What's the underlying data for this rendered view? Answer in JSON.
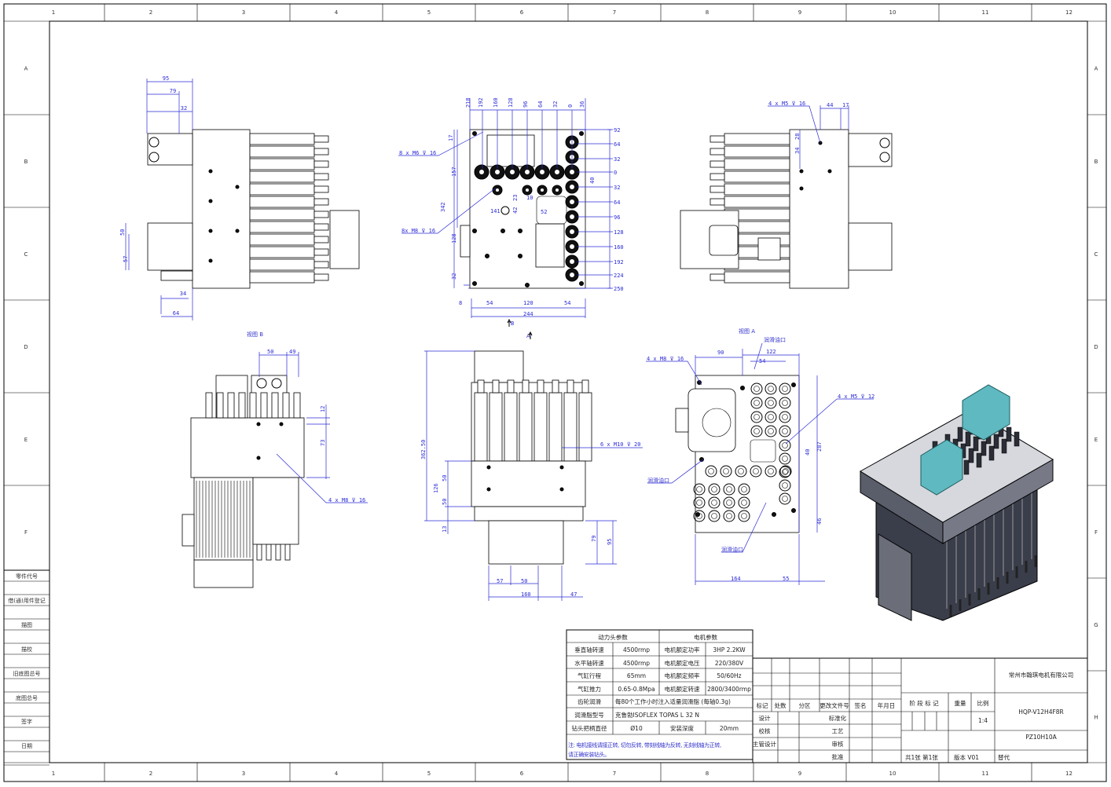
{
  "frame": {
    "columns": [
      "1",
      "2",
      "3",
      "4",
      "5",
      "6",
      "7",
      "8",
      "9",
      "10",
      "11",
      "12"
    ],
    "rows": [
      "A",
      "B",
      "C",
      "D",
      "E",
      "F",
      "G",
      "H"
    ]
  },
  "sidebar": [
    "零件代号",
    "借(通)用件登记",
    "描图",
    "描校",
    "旧底图总号",
    "底图总号",
    "签字",
    "日期"
  ],
  "views": {
    "view_b_label": "视图 B",
    "view_a_label": "视图 A",
    "arrow_a": "A",
    "arrow_b": "B",
    "lube_port_1": "润滑油口",
    "lube_port_2": "润滑油口",
    "lube_port_3": "润滑油口"
  },
  "dims": {
    "v1": [
      "95",
      "79",
      "32",
      "50",
      "57",
      "34",
      "64"
    ],
    "v2_top": [
      "218",
      "192",
      "160",
      "128",
      "96",
      "64",
      "32",
      "0",
      "36"
    ],
    "v2_right": [
      "92",
      "64",
      "32",
      "0",
      "32",
      "64",
      "96",
      "128",
      "160",
      "192",
      "224",
      "250"
    ],
    "v2_left": [
      "17",
      "157",
      "342",
      "128",
      "32"
    ],
    "v2_bottom": [
      "8",
      "54",
      "120",
      "54",
      "244"
    ],
    "v2_inner": [
      "40",
      "23",
      "42",
      "52",
      "141",
      "10"
    ],
    "v2_notes": [
      "8 x  M6 ⊽ 16",
      "8x M8 ⊽ 16"
    ],
    "v3": [
      "4 x  M5 ⊽ 16",
      "44",
      "17",
      "28",
      "34"
    ],
    "v4": [
      "50",
      "49",
      "12",
      "73",
      "4 x  M8 ⊽ 16"
    ],
    "v5": [
      "362.50",
      "50",
      "126",
      "50",
      "13",
      "6 x  M10 ⊽ 20",
      "79",
      "95",
      "57",
      "50",
      "160",
      "47"
    ],
    "v6": [
      "90",
      "122",
      "54",
      "4 x  M8 ⊽ 16",
      "4 x  M5 ⊽ 12",
      "40",
      "287",
      "46",
      "164",
      "55"
    ]
  },
  "params_table": {
    "header_left": "动力头参数",
    "header_right": "电机参数",
    "rows": [
      [
        "垂直轴转速",
        "4500rmp",
        "电机额定功率",
        "3HP  2.2KW"
      ],
      [
        "水平轴转速",
        "4500rmp",
        "电机额定电压",
        "220/380V"
      ],
      [
        "气缸行程",
        "65mm",
        "电机额定频率",
        "50/60Hz"
      ],
      [
        "气缸推力",
        "0.65-0.8Mpa",
        "电机额定转速",
        "2800/3400rmp"
      ]
    ],
    "lube_label": "齿轮润滑",
    "lube_value": "每80个工作小时注入适量润滑脂 (每轴0.3g)",
    "grease_label": "润滑脂型号",
    "grease_value": "克鲁勃ISOFLEX TOPAS L 32 N",
    "shank_label": "钻头把柄直径",
    "shank_value": "Ø10",
    "depth_label": "安装深度",
    "depth_value": "20mm",
    "note_line1": "注: 电机接线请接正转, 切勿反转, 带刻线轴为反转, 无刻线轴为正转,",
    "note_line2": "请正确安装钻头。"
  },
  "title_block": {
    "headers": [
      "标记",
      "处数",
      "分区",
      "更改文件号",
      "签名",
      "年月日"
    ],
    "roles_left": [
      "设计",
      "校核",
      "主管设计"
    ],
    "roles_right": [
      "标准化",
      "工艺",
      "审核",
      "批准"
    ],
    "stage_mark": "阶 段 标 记",
    "weight": "重量",
    "scale_label": "比例",
    "scale_value": "1:4",
    "company": "常州市翰琪电机有限公司",
    "model": "HQP-V12H4F8R",
    "drawing_no": "PZ10H10A",
    "sheets": "共1张  第1张",
    "version": "版本  V01",
    "replaces": "替代"
  }
}
